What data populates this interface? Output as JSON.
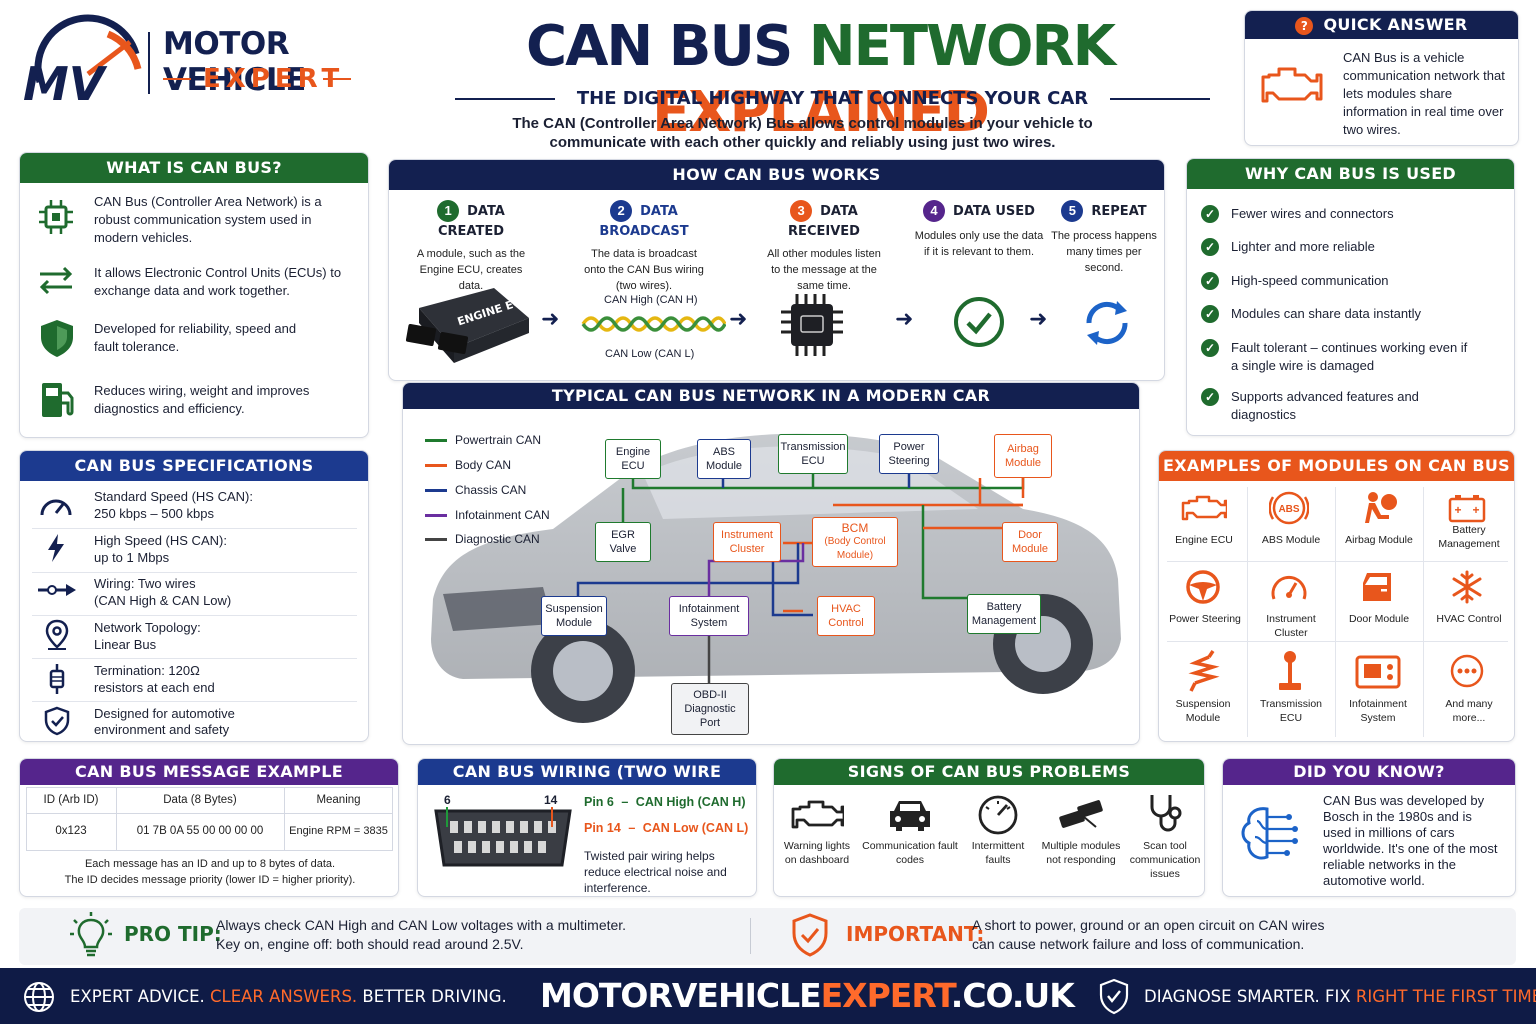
{
  "brand": {
    "line1": "MOTOR VEHICLE",
    "line2": "EXPERT",
    "mark": "MV"
  },
  "title": {
    "part1": "CAN BUS",
    "part2": "NETWORK",
    "part3": "EXPLAINED",
    "subtitle": "THE DIGITAL HIGHWAY THAT CONNECTS YOUR CAR",
    "intro1": "The CAN (Controller Area Network) Bus allows control modules in your vehicle to",
    "intro2": "communicate with each other quickly and reliably using just two wires."
  },
  "quick": {
    "title": "QUICK ANSWER",
    "text": "CAN Bus is a vehicle communication network that lets modules share information in real time over two wires."
  },
  "what": {
    "title": "WHAT IS CAN BUS?",
    "items": [
      "CAN Bus (Controller Area Network) is a robust communication system used in modern vehicles.",
      "It allows Electronic Control Units (ECUs) to exchange data and work together.",
      "Developed for reliability, speed and fault tolerance.",
      "Reduces wiring, weight and improves diagnostics and efficiency."
    ]
  },
  "specs": {
    "title": "CAN BUS SPECIFICATIONS",
    "items": [
      {
        "a": "Standard Speed (HS CAN):",
        "b": "250 kbps – 500 kbps"
      },
      {
        "a": "High Speed (HS CAN):",
        "b": "up to 1 Mbps"
      },
      {
        "a": "Wiring: Two wires",
        "b": "(CAN High & CAN Low)"
      },
      {
        "a": "Network Topology:",
        "b": "Linear Bus"
      },
      {
        "a": "Termination: 120Ω",
        "b": "resistors at each end"
      },
      {
        "a": "Designed for automotive",
        "b": "environment and safety"
      }
    ]
  },
  "how": {
    "title": "HOW CAN BUS WORKS",
    "steps": [
      {
        "n": "1",
        "t": "DATA CREATED",
        "d": "A module, such as the Engine ECU, creates data."
      },
      {
        "n": "2",
        "t": "DATA BROADCAST",
        "d": "The data is broadcast onto the CAN Bus wiring (two wires)."
      },
      {
        "n": "3",
        "t": "DATA RECEIVED",
        "d": "All other modules listen to the message at the same time."
      },
      {
        "n": "4",
        "t": "DATA USED",
        "d": "Modules only use the data if it is relevant to them."
      },
      {
        "n": "5",
        "t": "REPEAT",
        "d": "The process happens many times per second."
      }
    ],
    "ecu": "ENGINE ECU",
    "can_high": "CAN High (CAN H)",
    "can_low": "CAN Low (CAN L)"
  },
  "network": {
    "title": "TYPICAL CAN BUS NETWORK IN A MODERN CAR",
    "legend": [
      {
        "label": "Powertrain CAN",
        "color": "#1f7a2e"
      },
      {
        "label": "Body CAN",
        "color": "#e8561c"
      },
      {
        "label": "Chassis CAN",
        "color": "#1c3a8f"
      },
      {
        "label": "Infotainment CAN",
        "color": "#6a2ea0"
      },
      {
        "label": "Diagnostic CAN",
        "color": "#444444"
      }
    ],
    "modules": {
      "engine": "Engine ECU",
      "abs": "ABS Module",
      "trans": "Transmission ECU",
      "power": "Power Steering",
      "airbag": "Airbag Module",
      "egr": "EGR Valve",
      "instr": "Instrument Cluster",
      "bcm": "BCM",
      "bcm2": "(Body Control Module)",
      "door": "Door Module",
      "susp": "Suspension Module",
      "info": "Infotainment System",
      "hvac": "HVAC Control",
      "battery": "Battery Management",
      "obd": "OBD-II Diagnostic Port"
    }
  },
  "why": {
    "title": "WHY CAN BUS IS USED",
    "items": [
      "Fewer wires and connectors",
      "Lighter and more reliable",
      "High-speed communication",
      "Modules can share data instantly",
      "Fault tolerant – continues working even if a single wire is damaged",
      "Supports advanced features and diagnostics"
    ]
  },
  "examples": {
    "title": "EXAMPLES OF MODULES ON CAN BUS",
    "items": [
      "Engine ECU",
      "ABS Module",
      "Airbag Module",
      "Battery Management",
      "Power Steering",
      "Instrument Cluster",
      "Door Module",
      "HVAC Control",
      "Suspension Module",
      "Transmission ECU",
      "Infotainment System",
      "And many more..."
    ],
    "abs_icon": "ABS"
  },
  "message": {
    "title": "CAN BUS MESSAGE EXAMPLE",
    "headers": [
      "ID (Arb ID)",
      "Data (8 Bytes)",
      "Meaning"
    ],
    "row": [
      "0x123",
      "01 7B 0A 55 00 00 00 00",
      "Engine RPM = 3835"
    ],
    "note1": "Each message has an ID and up to 8 bytes of data.",
    "note2": "The ID decides message priority (lower ID = higher priority)."
  },
  "wiring": {
    "title": "CAN BUS WIRING (TWO WIRE SYSTEM)",
    "pin_a": "6",
    "pin_b": "14",
    "pin6": "Pin 6",
    "pin6v": "CAN High (CAN H)",
    "pin14": "Pin 14",
    "pin14v": "CAN Low (CAN L)",
    "dash": "–",
    "note": "Twisted pair wiring helps reduce electrical noise and interference."
  },
  "signs": {
    "title": "SIGNS OF CAN BUS PROBLEMS",
    "items": [
      "Warning lights on dashboard",
      "Communication fault codes",
      "Intermittent faults",
      "Multiple modules not responding",
      "Scan tool communication issues"
    ]
  },
  "know": {
    "title": "DID YOU KNOW?",
    "text": "CAN Bus was developed by Bosch in the 1980s and is used in millions of cars worldwide. It's one of the most reliable networks in the automotive world."
  },
  "tip": {
    "label": "PRO TIP:",
    "l1": "Always check CAN High and CAN Low voltages with a multimeter.",
    "l2": "Key on, engine off: both should read around 2.5V."
  },
  "important": {
    "label": "IMPORTANT:",
    "l1": "A short to power, ground or an open circuit on CAN wires",
    "l2": "can cause network failure and loss of communication."
  },
  "footer": {
    "a1": "EXPERT ADVICE.",
    "a2": "CLEAR ANSWERS.",
    "a3": "BETTER DRIVING.",
    "site1": "MOTORVEHICLE",
    "site2": "EXPERT",
    "site3": ".CO.UK",
    "b1": "DIAGNOSE SMARTER.",
    "b2": "FIX",
    "b3": "RIGHT THE FIRST TIME."
  },
  "colors": {
    "green": "#1f6b2e",
    "navy": "#132050",
    "blue": "#1c3a8f",
    "purple": "#55258c",
    "orange": "#e8561c"
  }
}
